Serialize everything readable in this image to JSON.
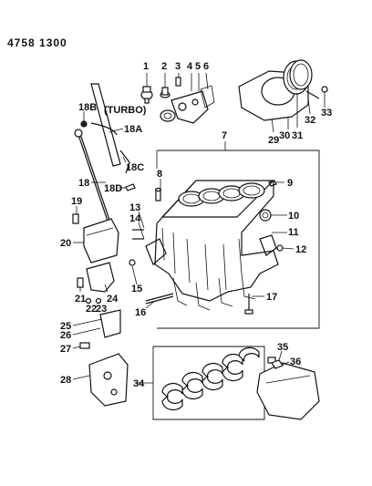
{
  "header": {
    "doc_number": "4758 1300"
  },
  "turbo_label": "(TURBO)",
  "callouts": {
    "c1": "1",
    "c2": "2",
    "c3": "3",
    "c4": "4",
    "c5": "5",
    "c6": "6",
    "c7": "7",
    "c8": "8",
    "c9": "9",
    "c10": "10",
    "c11": "11",
    "c12": "12",
    "c13": "13",
    "c14": "14",
    "c15": "15",
    "c16": "16",
    "c17": "17",
    "c18": "18",
    "c18a": "18A",
    "c18b": "18B",
    "c18c": "18C",
    "c18d": "18D",
    "c19": "19",
    "c20": "20",
    "c21": "21",
    "c22": "22",
    "c23": "23",
    "c24": "24",
    "c25": "25",
    "c26": "26",
    "c27": "27",
    "c28": "28",
    "c29": "29",
    "c30": "30",
    "c31": "31",
    "c32": "32",
    "c33": "33",
    "c34": "34",
    "c35": "35",
    "c36": "36"
  }
}
